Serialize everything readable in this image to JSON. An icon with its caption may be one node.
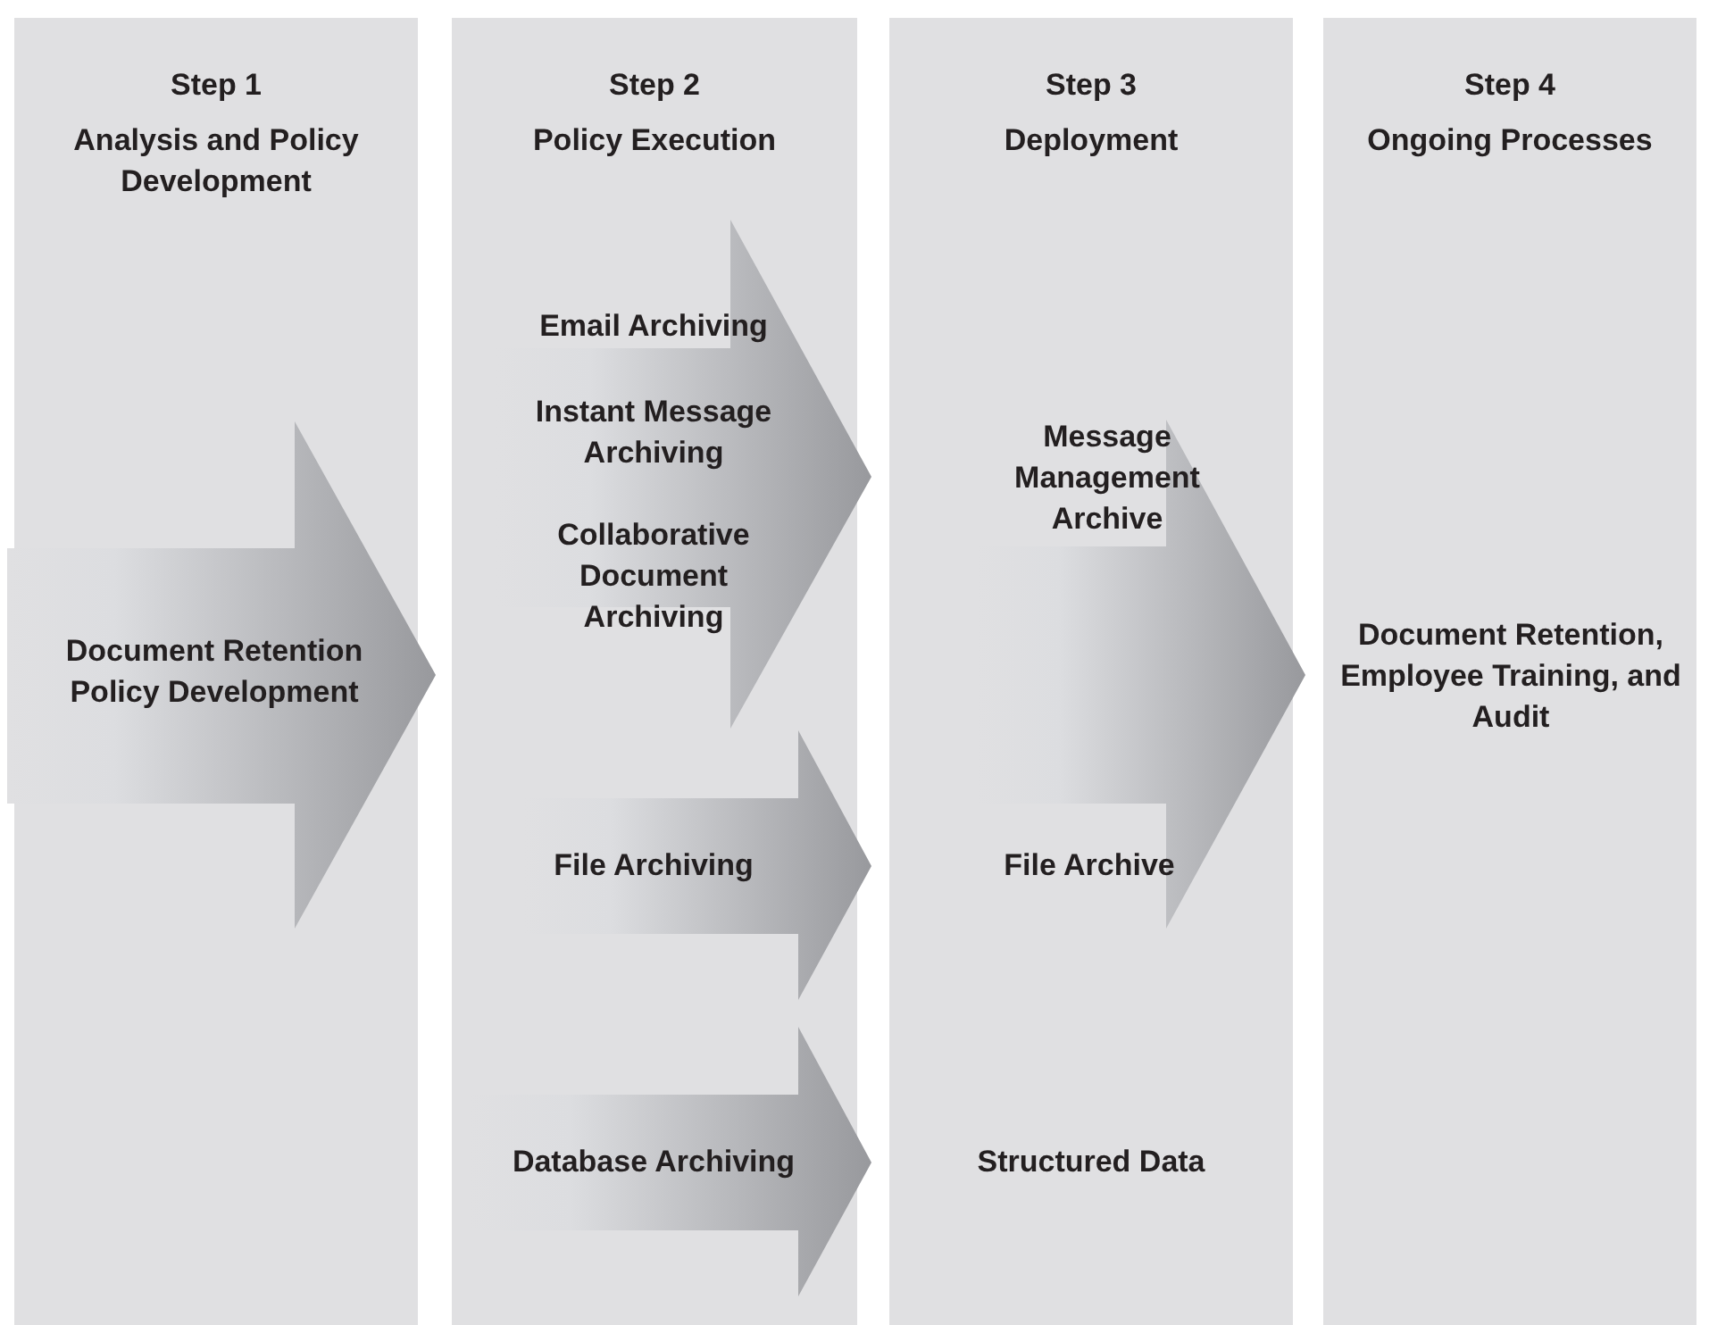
{
  "diagram": {
    "nodes": [
      {
        "text": [
          "Step 1",
          "Analysis and Policy Development"
        ]
      },
      {
        "text": [
          "Step 2",
          "Policy Execution"
        ]
      },
      {
        "text": [
          "Step 3",
          "Deployment"
        ]
      },
      {
        "text": [
          "Step 4",
          "Ongoing Processes"
        ]
      },
      {
        "text": [
          "Document Retention Policy Development"
        ],
        "in": 0
      },
      {
        "text": [
          "Email Archiving"
        ],
        "in": 1
      },
      {
        "text": [
          "Instant Message Archiving"
        ],
        "in": 1
      },
      {
        "text": [
          "Collaborative Document Archiving"
        ],
        "in": 1
      },
      {
        "text": [
          "File Archiving"
        ],
        "in": 1
      },
      {
        "text": [
          "Database Archiving"
        ],
        "in": 1
      },
      {
        "text": [
          "Message Management Archive"
        ],
        "in": 2
      },
      {
        "text": [
          "File Archive"
        ],
        "in": 2
      },
      {
        "text": [
          "Structured Data"
        ],
        "in": 2
      },
      {
        "text": [
          "Document Retention, Employee Training, and Audit"
        ],
        "in": 3
      }
    ],
    "edges": [
      {
        "from": 4,
        "to": null,
        "arrow": "to",
        "style": "thick"
      },
      {
        "from": 5,
        "to": 10,
        "arrow": "to",
        "style": "thick"
      },
      {
        "from": 6,
        "to": 10,
        "arrow": "to",
        "style": "thick"
      },
      {
        "from": 7,
        "to": 10,
        "arrow": "to",
        "style": "thick"
      },
      {
        "from": 8,
        "to": 11,
        "arrow": "to",
        "style": "thick"
      },
      {
        "from": 9,
        "to": 12,
        "arrow": "to",
        "style": "thick"
      },
      {
        "from": 10,
        "to": 13,
        "arrow": "to",
        "style": "thick"
      },
      {
        "from": 11,
        "to": 13,
        "arrow": "to",
        "style": "thick"
      }
    ]
  }
}
